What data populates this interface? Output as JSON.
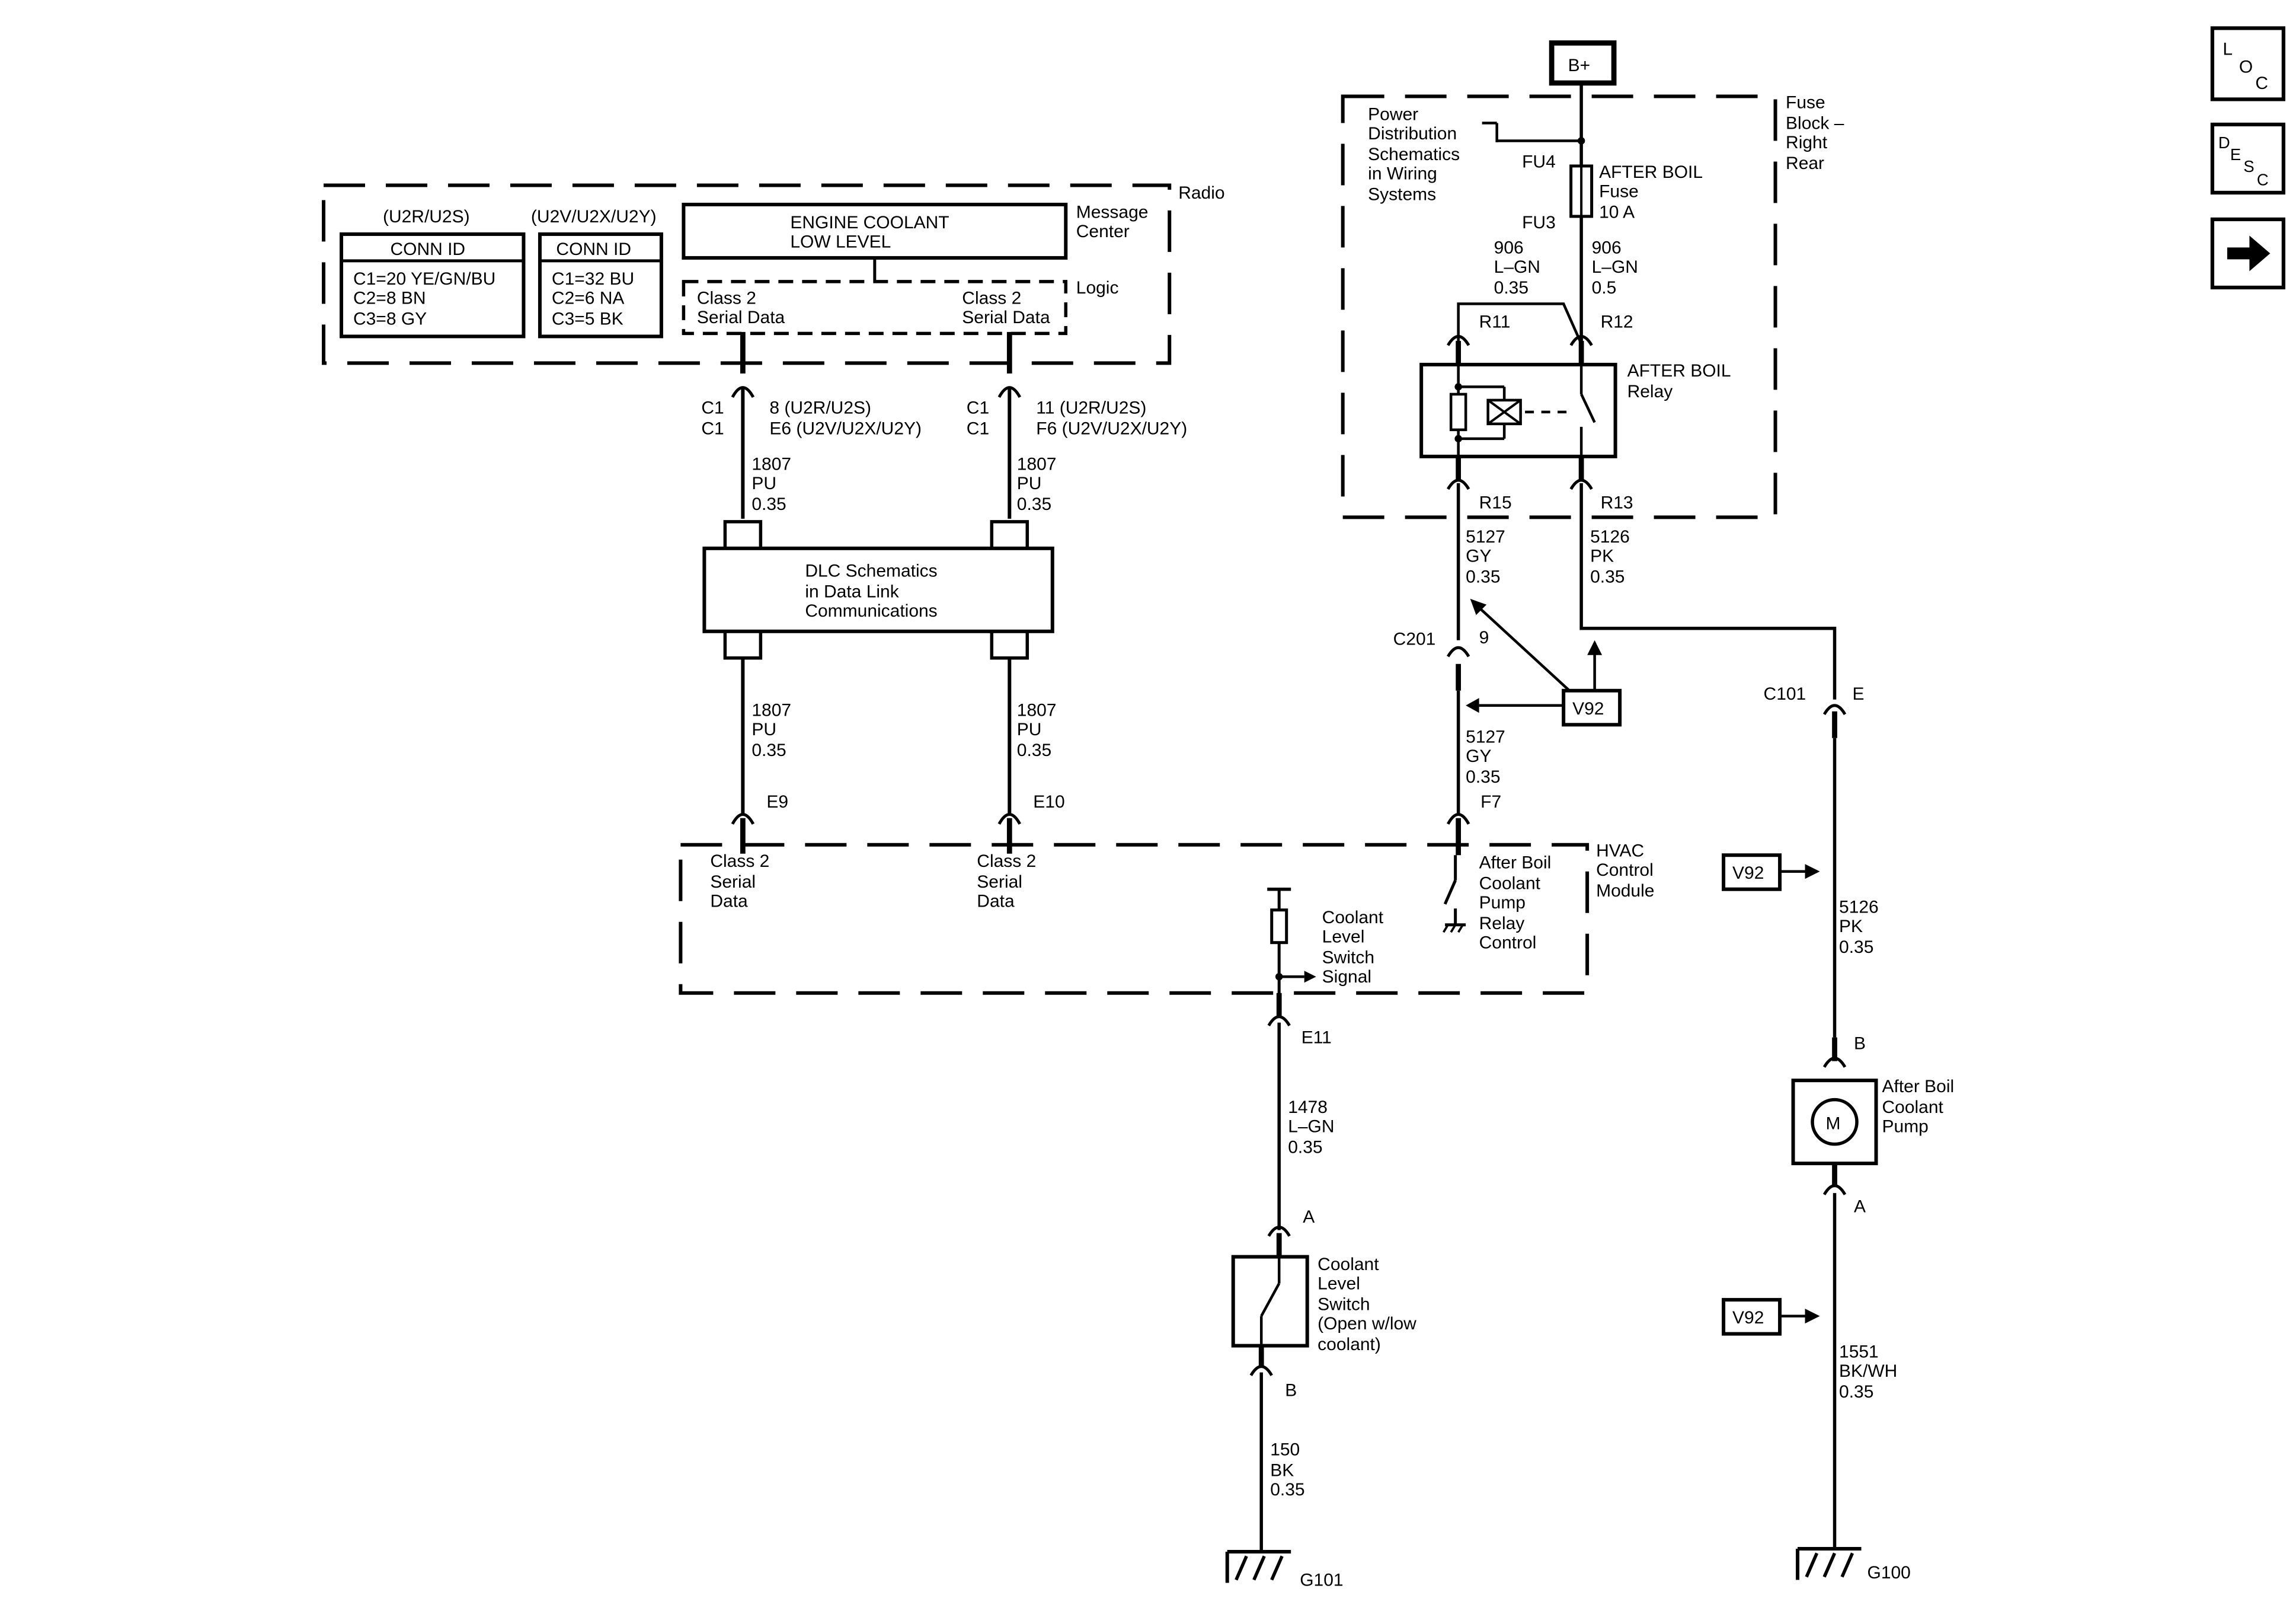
{
  "navigation": {
    "loc_button": {
      "l": "L",
      "o": "O",
      "c": "C"
    },
    "desc_button": {
      "d": "D",
      "e": "E",
      "s": "S",
      "c": "C"
    },
    "next_icon": "right-arrow-icon"
  },
  "radio": {
    "label": "Radio",
    "variant_a": "(U2R/U2S)",
    "variant_b": "(U2V/U2X/U2Y)",
    "conn_a": {
      "header": "CONN ID",
      "rows": [
        "C1=20 YE/GN/BU",
        "C2=8 BN",
        "C3=8 GY"
      ]
    },
    "conn_b": {
      "header": "CONN ID",
      "rows": [
        "C1=32 BU",
        "C2=6 NA",
        "C3=5 BK"
      ]
    },
    "message_center_label": [
      "Message",
      "Center"
    ],
    "display_text": [
      "ENGINE COOLANT",
      "LOW LEVEL"
    ],
    "logic_label": "Logic",
    "serial_left": [
      "Class 2",
      "Serial Data"
    ],
    "serial_right": [
      "Class 2",
      "Serial Data"
    ],
    "pin_left": {
      "c1a": "C1",
      "c1b": "C1",
      "num_a": "8 (U2R/U2S)",
      "num_b": "E6 (U2V/U2X/U2Y)"
    },
    "pin_right": {
      "c1a": "C1",
      "c1b": "C1",
      "num_a": "11 (U2R/U2S)",
      "num_b": "F6 (U2V/U2X/U2Y)"
    }
  },
  "wires": {
    "w1807_tl": [
      "1807",
      "PU",
      "0.35"
    ],
    "w1807_tr": [
      "1807",
      "PU",
      "0.35"
    ],
    "w1807_bl": [
      "1807",
      "PU",
      "0.35"
    ],
    "w1807_br": [
      "1807",
      "PU",
      "0.35"
    ],
    "w906_left": [
      "906",
      "L–GN",
      "0.35"
    ],
    "w906_right": [
      "906",
      "L–GN",
      "0.5"
    ],
    "w5127_top": [
      "5127",
      "GY",
      "0.35"
    ],
    "w5127_bottom": [
      "5127",
      "GY",
      "0.35"
    ],
    "w5126_top": [
      "5126",
      "PK",
      "0.35"
    ],
    "w5126_mid": [
      "5126",
      "PK",
      "0.35"
    ],
    "w1478": [
      "1478",
      "L–GN",
      "0.35"
    ],
    "w150": [
      "150",
      "BK",
      "0.35"
    ],
    "w1551": [
      "1551",
      "BK/WH",
      "0.35"
    ]
  },
  "dlc": {
    "text": [
      "DLC Schematics",
      "in Data Link",
      "Communications"
    ]
  },
  "fuse_block": {
    "battery": "B+",
    "label": [
      "Fuse",
      "Block –",
      "Right",
      "Rear"
    ],
    "power_note": [
      "Power",
      "Distribution",
      "Schematics",
      "in Wiring",
      "Systems"
    ],
    "fu4": "FU4",
    "fu3": "FU3",
    "fuse_name": [
      "AFTER BOIL",
      "Fuse",
      "10 A"
    ],
    "r11": "R11",
    "r12": "R12",
    "r13": "R13",
    "r15": "R15",
    "relay_name": [
      "AFTER BOIL",
      "Relay"
    ]
  },
  "connectors": {
    "c201": "C201",
    "c201_pin": "9",
    "c101": "C101",
    "c101_pin": "E",
    "e9": "E9",
    "e10": "E10",
    "f7": "F7",
    "e11": "E11",
    "switch_a": "A",
    "switch_b": "B",
    "pump_b": "B",
    "pump_a": "A"
  },
  "options": {
    "v92_a": "V92",
    "v92_b": "V92",
    "v92_c": "V92"
  },
  "hvac": {
    "label": [
      "HVAC",
      "Control",
      "Module"
    ],
    "serial_left": [
      "Class 2",
      "Serial",
      "Data"
    ],
    "serial_right": [
      "Class 2",
      "Serial",
      "Data"
    ],
    "relay_control": [
      "After Boil",
      "Coolant",
      "Pump",
      "Relay",
      "Control"
    ],
    "switch_signal": [
      "Coolant",
      "Level",
      "Switch",
      "Signal"
    ]
  },
  "coolant_switch": {
    "label": [
      "Coolant",
      "Level",
      "Switch",
      "(Open w/low",
      "coolant)"
    ]
  },
  "pump": {
    "motor": "M",
    "label": [
      "After Boil",
      "Coolant",
      "Pump"
    ]
  },
  "grounds": {
    "g101": "G101",
    "g100": "G100"
  }
}
